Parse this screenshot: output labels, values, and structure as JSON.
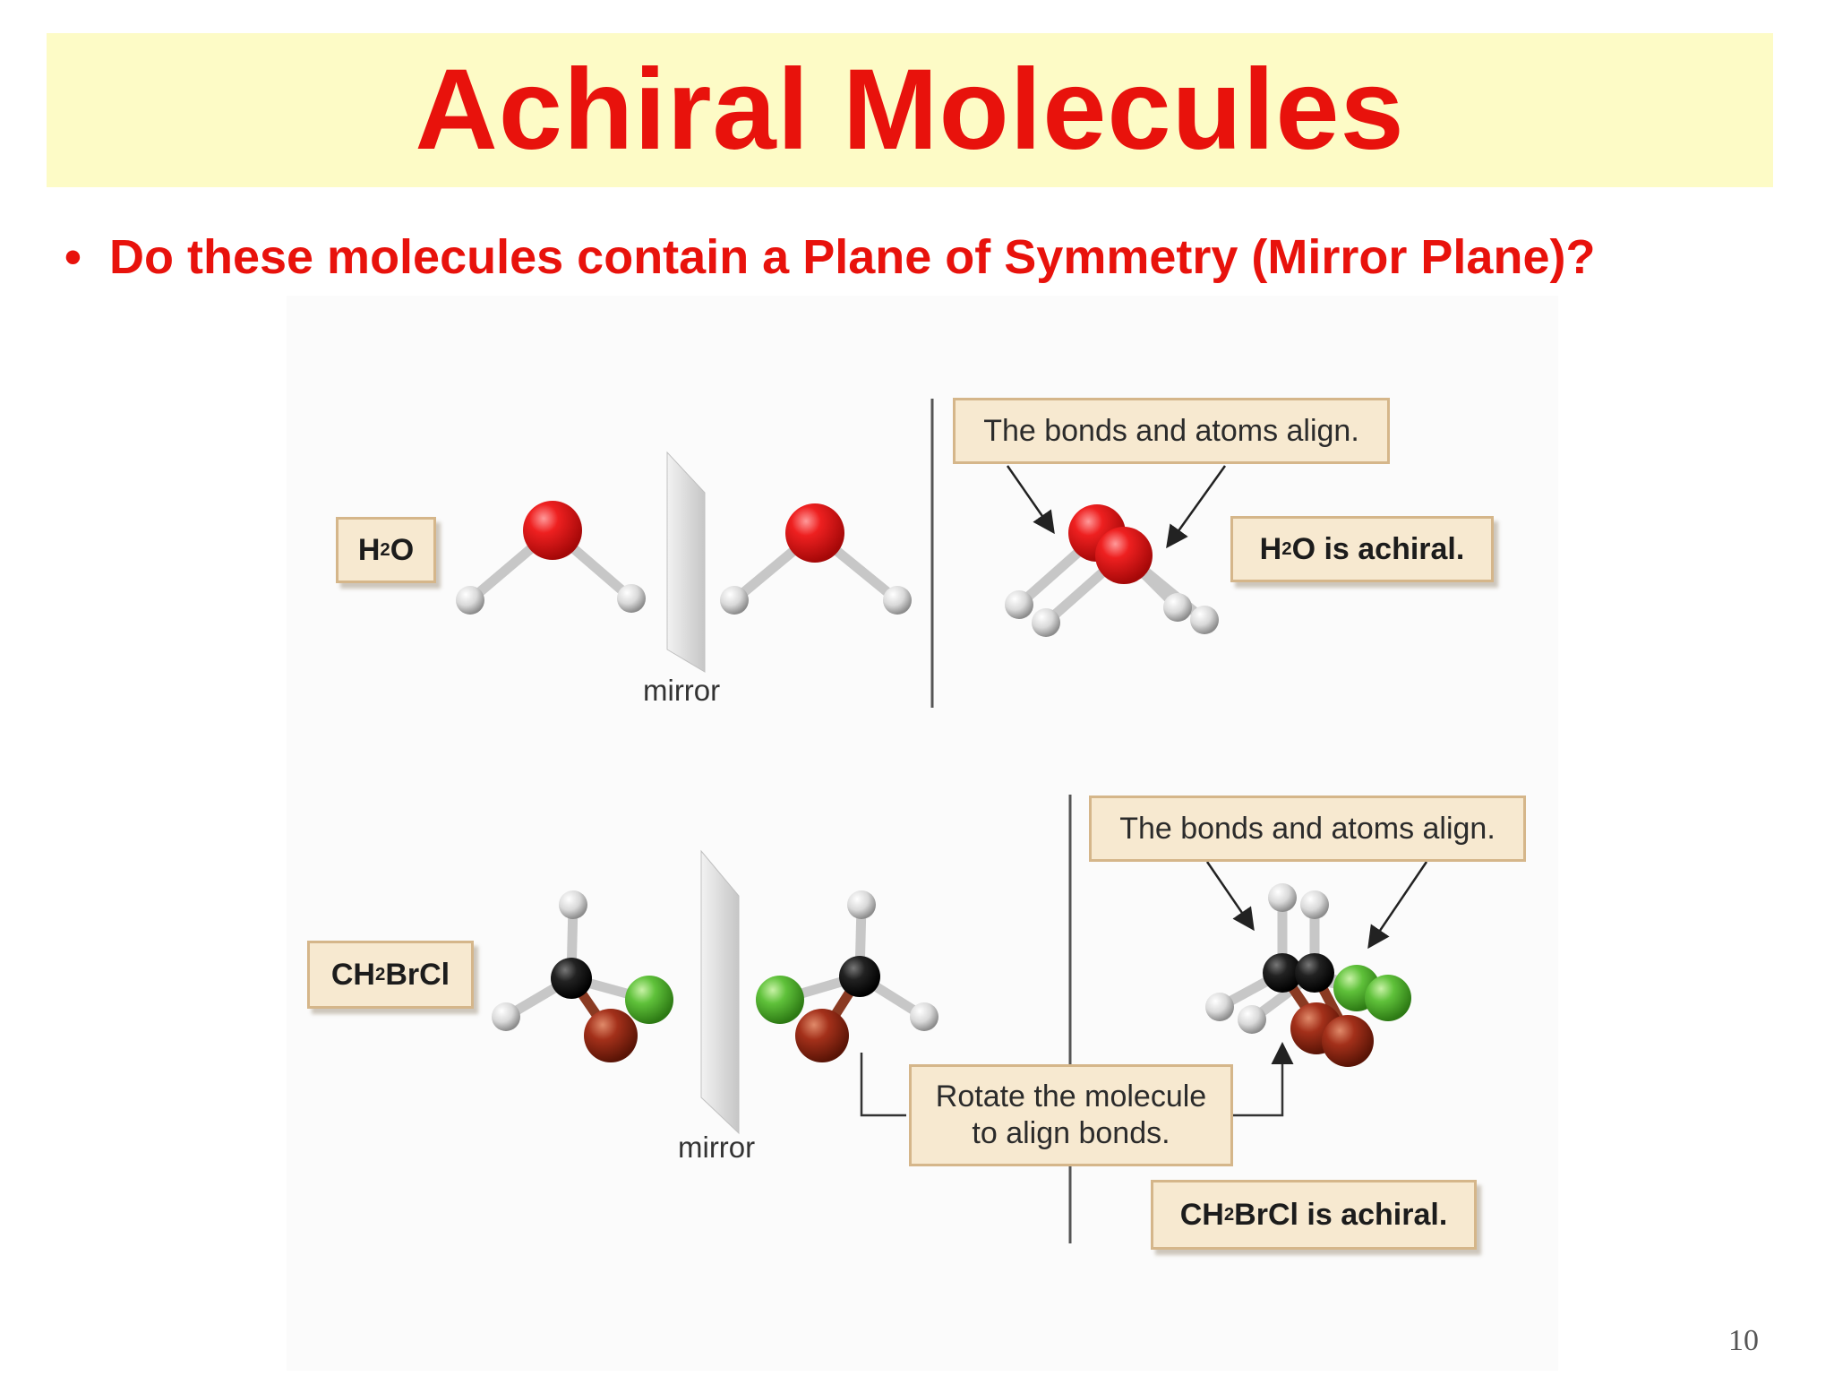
{
  "slide": {
    "title": "Achiral Molecules",
    "bullet": "Do these molecules contain a Plane of Symmetry (Mirror Plane)?",
    "page_number": "10"
  },
  "figure": {
    "row1": {
      "formula_main": "H",
      "formula_sub": "2",
      "formula_rest": "O",
      "mirror_label": "mirror",
      "align_note": "The bonds and atoms align.",
      "conclusion_main": "H",
      "conclusion_sub": "2",
      "conclusion_rest": "O is achiral."
    },
    "row2": {
      "formula_main": "CH",
      "formula_sub": "2",
      "formula_rest": "BrCl",
      "mirror_label": "mirror",
      "align_note": "The bonds and atoms align.",
      "rotate_note_line1": "Rotate the molecule",
      "rotate_note_line2": "to align bonds.",
      "conclusion_main": "CH",
      "conclusion_sub": "2",
      "conclusion_rest": "BrCl is achiral."
    }
  },
  "colors": {
    "title_red": "#e8120c",
    "title_background": "#fdfbc6",
    "oxygen_red": "#e31c1c",
    "hydrogen_white": "#e6e6e6",
    "carbon_black": "#1a1a1a",
    "chlorine_green": "#5fc13a",
    "bromine_brown": "#9c2d12"
  }
}
